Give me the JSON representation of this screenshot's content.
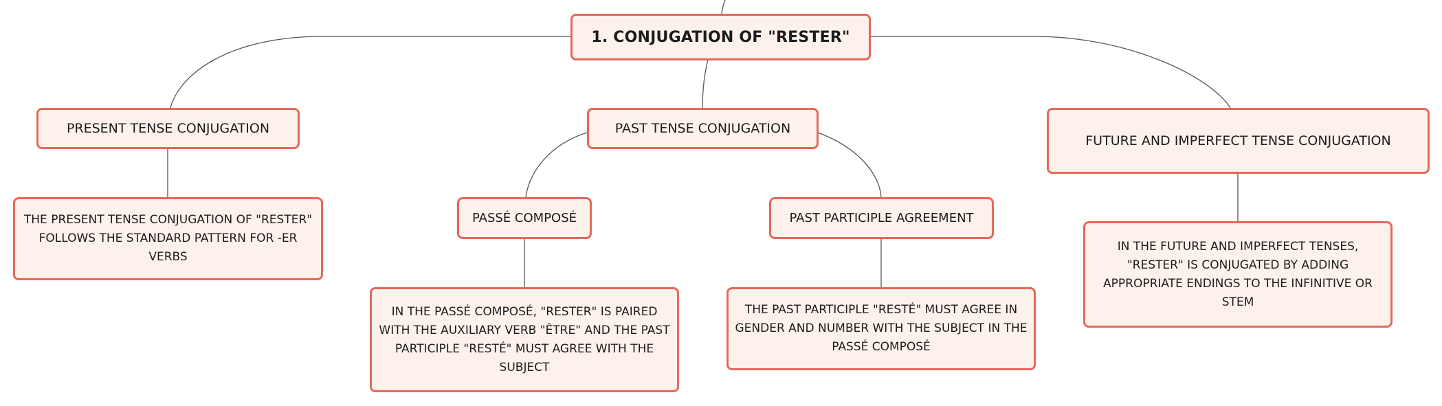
{
  "colors": {
    "node_border": "#e4695a",
    "node_fill": "#fdf1ec",
    "connector": "#555555",
    "text": "#1c1c1c"
  },
  "root": {
    "label": "1. Conjugation of \"rester\""
  },
  "present": {
    "label": "Present Tense Conjugation",
    "detail": "The present tense conjugation of \"rester\" follows the standard pattern for -er verbs"
  },
  "past": {
    "label": "Past Tense Conjugation",
    "passe_compose": {
      "label": "Passé Composé",
      "detail": "In the passé composé, \"rester\" is paired with the auxiliary verb \"être\" and the past participle \"resté\" must agree with the subject"
    },
    "agreement": {
      "label": "Past Participle Agreement",
      "detail": "The past participle \"resté\" must agree in gender and number with the subject in the passé composé"
    }
  },
  "future": {
    "label": "Future and Imperfect Tense Conjugation",
    "detail": "In the future and imperfect tenses, \"rester\" is conjugated by adding appropriate endings to the infinitive or stem"
  }
}
